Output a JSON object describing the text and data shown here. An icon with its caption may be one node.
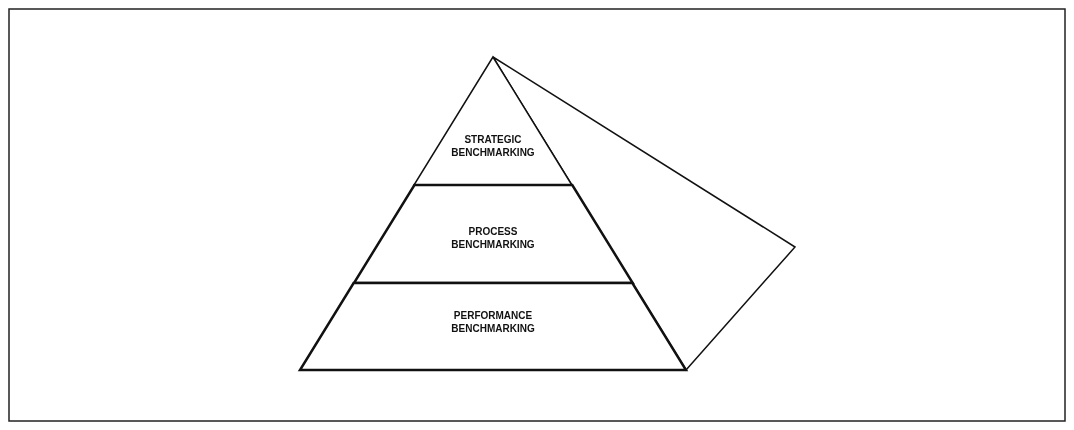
{
  "diagram": {
    "nodes": [
      {
        "text": [
          "STRATEGIC BENCHMARKING"
        ]
      },
      {
        "text": [
          "PROCESS BENCHMARKING"
        ]
      },
      {
        "text": [
          "PERFORMANCE BENCHMARKING"
        ]
      },
      {
        "text": [],
        "shape": "triangle"
      }
    ]
  }
}
